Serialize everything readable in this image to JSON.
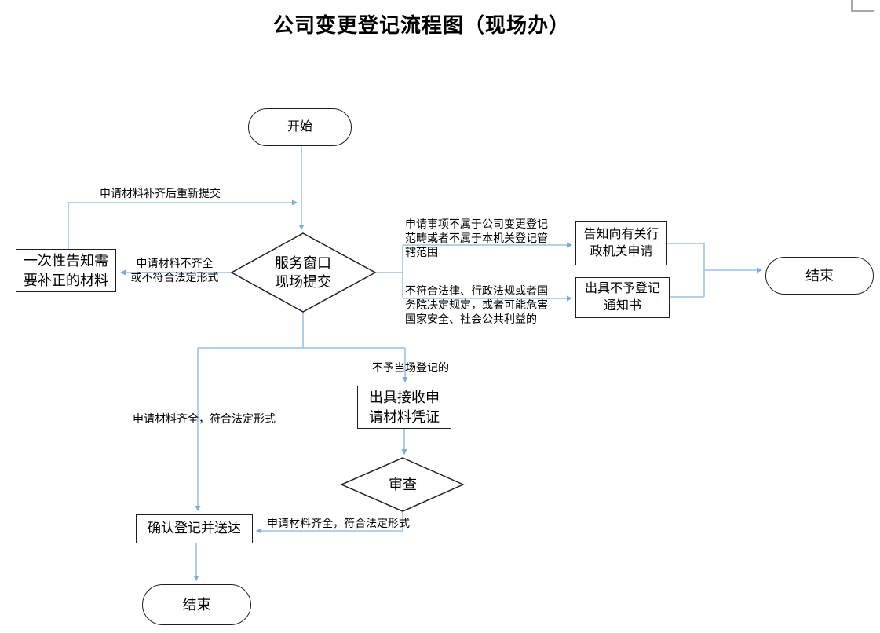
{
  "page": {
    "title": "公司变更登记流程图（现场办）"
  },
  "nodes": {
    "start": {
      "label": "开始"
    },
    "window_submit": {
      "label": "服务窗口\n现场提交"
    },
    "onetime_notice": {
      "label": "一次性告知需\n要补正的材料"
    },
    "notify_agency": {
      "label": "告知向有关行\n政机关申请"
    },
    "no_register_notice": {
      "label": "出具不予登记\n通知书"
    },
    "end_right": {
      "label": "结束"
    },
    "receipt_voucher": {
      "label": "出具接收申\n请材料凭证"
    },
    "review": {
      "label": "审查"
    },
    "confirm_deliver": {
      "label": "确认登记并送达"
    },
    "end_bottom": {
      "label": "结束"
    }
  },
  "edge_labels": {
    "resubmit": "申请材料补齐后重新提交",
    "incomplete": "申请材料不齐全\n或不符合法定形式",
    "not_in_scope": "申请事项不属于公司变更登记\n范畴或者不属于本机关登记管\n辖范围",
    "illegal": "不符合法律、行政法规或者国\n务院决定规定，或者可能危害\n国家安全、社会公共利益的",
    "not_onsite": "不予当场登记的",
    "complete_left": "申请材料齐全，符合法定形式",
    "complete_review": "申请材料齐全，符合法定形式"
  },
  "colors": {
    "line": "#9cc2e5",
    "arrow": "#7aabdc",
    "shape_border": "#1f1f1f",
    "corner_mark": "#a8a8a8"
  }
}
